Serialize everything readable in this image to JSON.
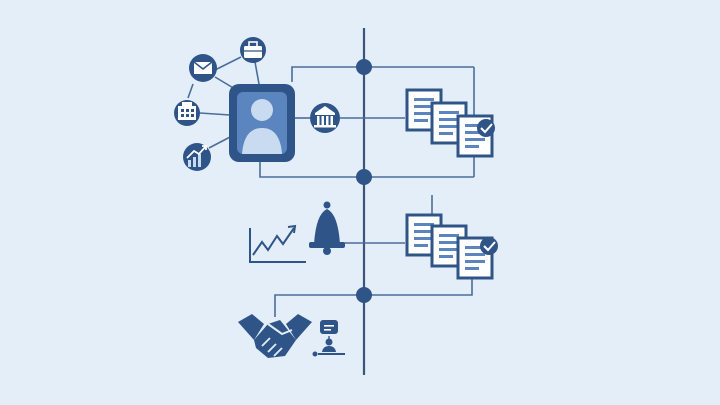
{
  "colors": {
    "background": "#e4eef8",
    "primary": "#2f5488",
    "accent": "#5b85bf",
    "light": "#c9dbf1",
    "line": "#4b6d99",
    "spine": "#3b5478"
  },
  "diagram": {
    "nodes": [
      {
        "name": "profile-avatar-icon",
        "icon": "person"
      },
      {
        "name": "mail-icon",
        "icon": "envelope"
      },
      {
        "name": "briefcase-icon",
        "icon": "briefcase"
      },
      {
        "name": "building-icon",
        "icon": "office-building"
      },
      {
        "name": "growth-chart-icon",
        "icon": "bar-chart-up"
      },
      {
        "name": "bank-icon",
        "icon": "bank"
      },
      {
        "name": "trend-chart-icon",
        "icon": "line-chart-up"
      },
      {
        "name": "bell-icon",
        "icon": "bell"
      },
      {
        "name": "handshake-icon",
        "icon": "handshake"
      },
      {
        "name": "user-presenter-icon",
        "icon": "person-at-desk"
      },
      {
        "name": "documents-group-1",
        "icon": "stacked-documents-check"
      },
      {
        "name": "documents-group-2",
        "icon": "stacked-documents-check"
      }
    ],
    "timeline_markers": 3
  }
}
